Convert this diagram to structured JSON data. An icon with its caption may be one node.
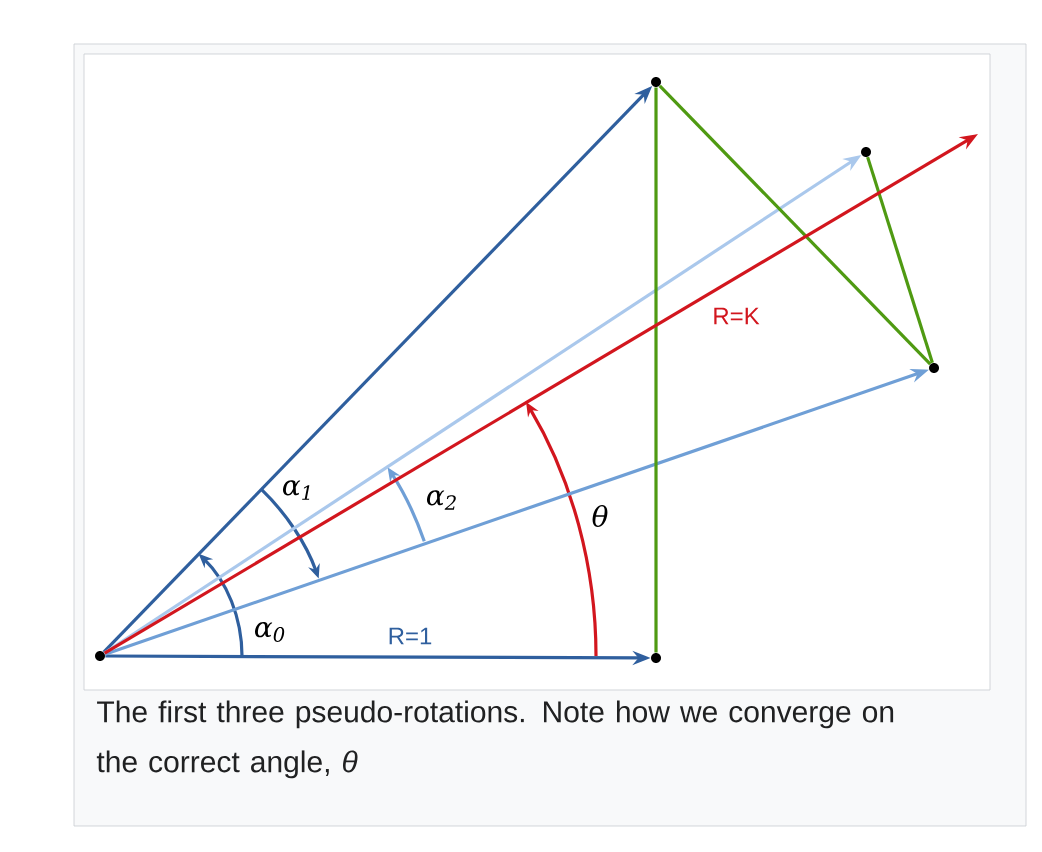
{
  "diagram": {
    "caption": "The first three pseudo-rotations. Note how we converge on the correct angle, *θ*",
    "nodes": [
      {
        "text": [],
        "shape": "circle"
      },
      {
        "text": [],
        "shape": "circle"
      },
      {
        "text": [],
        "shape": "circle"
      },
      {
        "text": [],
        "shape": "circle"
      },
      {
        "text": [],
        "shape": "circle"
      }
    ],
    "edges": [
      {
        "from": 0,
        "to": 1,
        "arrow": "to",
        "label": "R=1",
        "color": "#2f5f9e"
      },
      {
        "from": 0,
        "to": 2,
        "arrow": "to",
        "color": "#2f5f9e"
      },
      {
        "from": 0,
        "to": 4,
        "arrow": "to",
        "color": "#6f9fd6"
      },
      {
        "from": 0,
        "to": 3,
        "arrow": "to",
        "color": "#aac8ec"
      },
      {
        "from": 1,
        "to": 2,
        "arrow": "none",
        "color": "#4f9a12"
      },
      {
        "from": 2,
        "to": 4,
        "arrow": "none",
        "color": "#4f9a12"
      },
      {
        "from": 4,
        "to": 3,
        "arrow": "none",
        "color": "#4f9a12"
      },
      {
        "from": 0,
        "to": null,
        "arrow": "to",
        "label": "R=K",
        "color": "#d2161e"
      }
    ],
    "labels": [
      "α$_{1}$",
      "α$_{2}$",
      "θ",
      "α$_{0}$"
    ]
  }
}
